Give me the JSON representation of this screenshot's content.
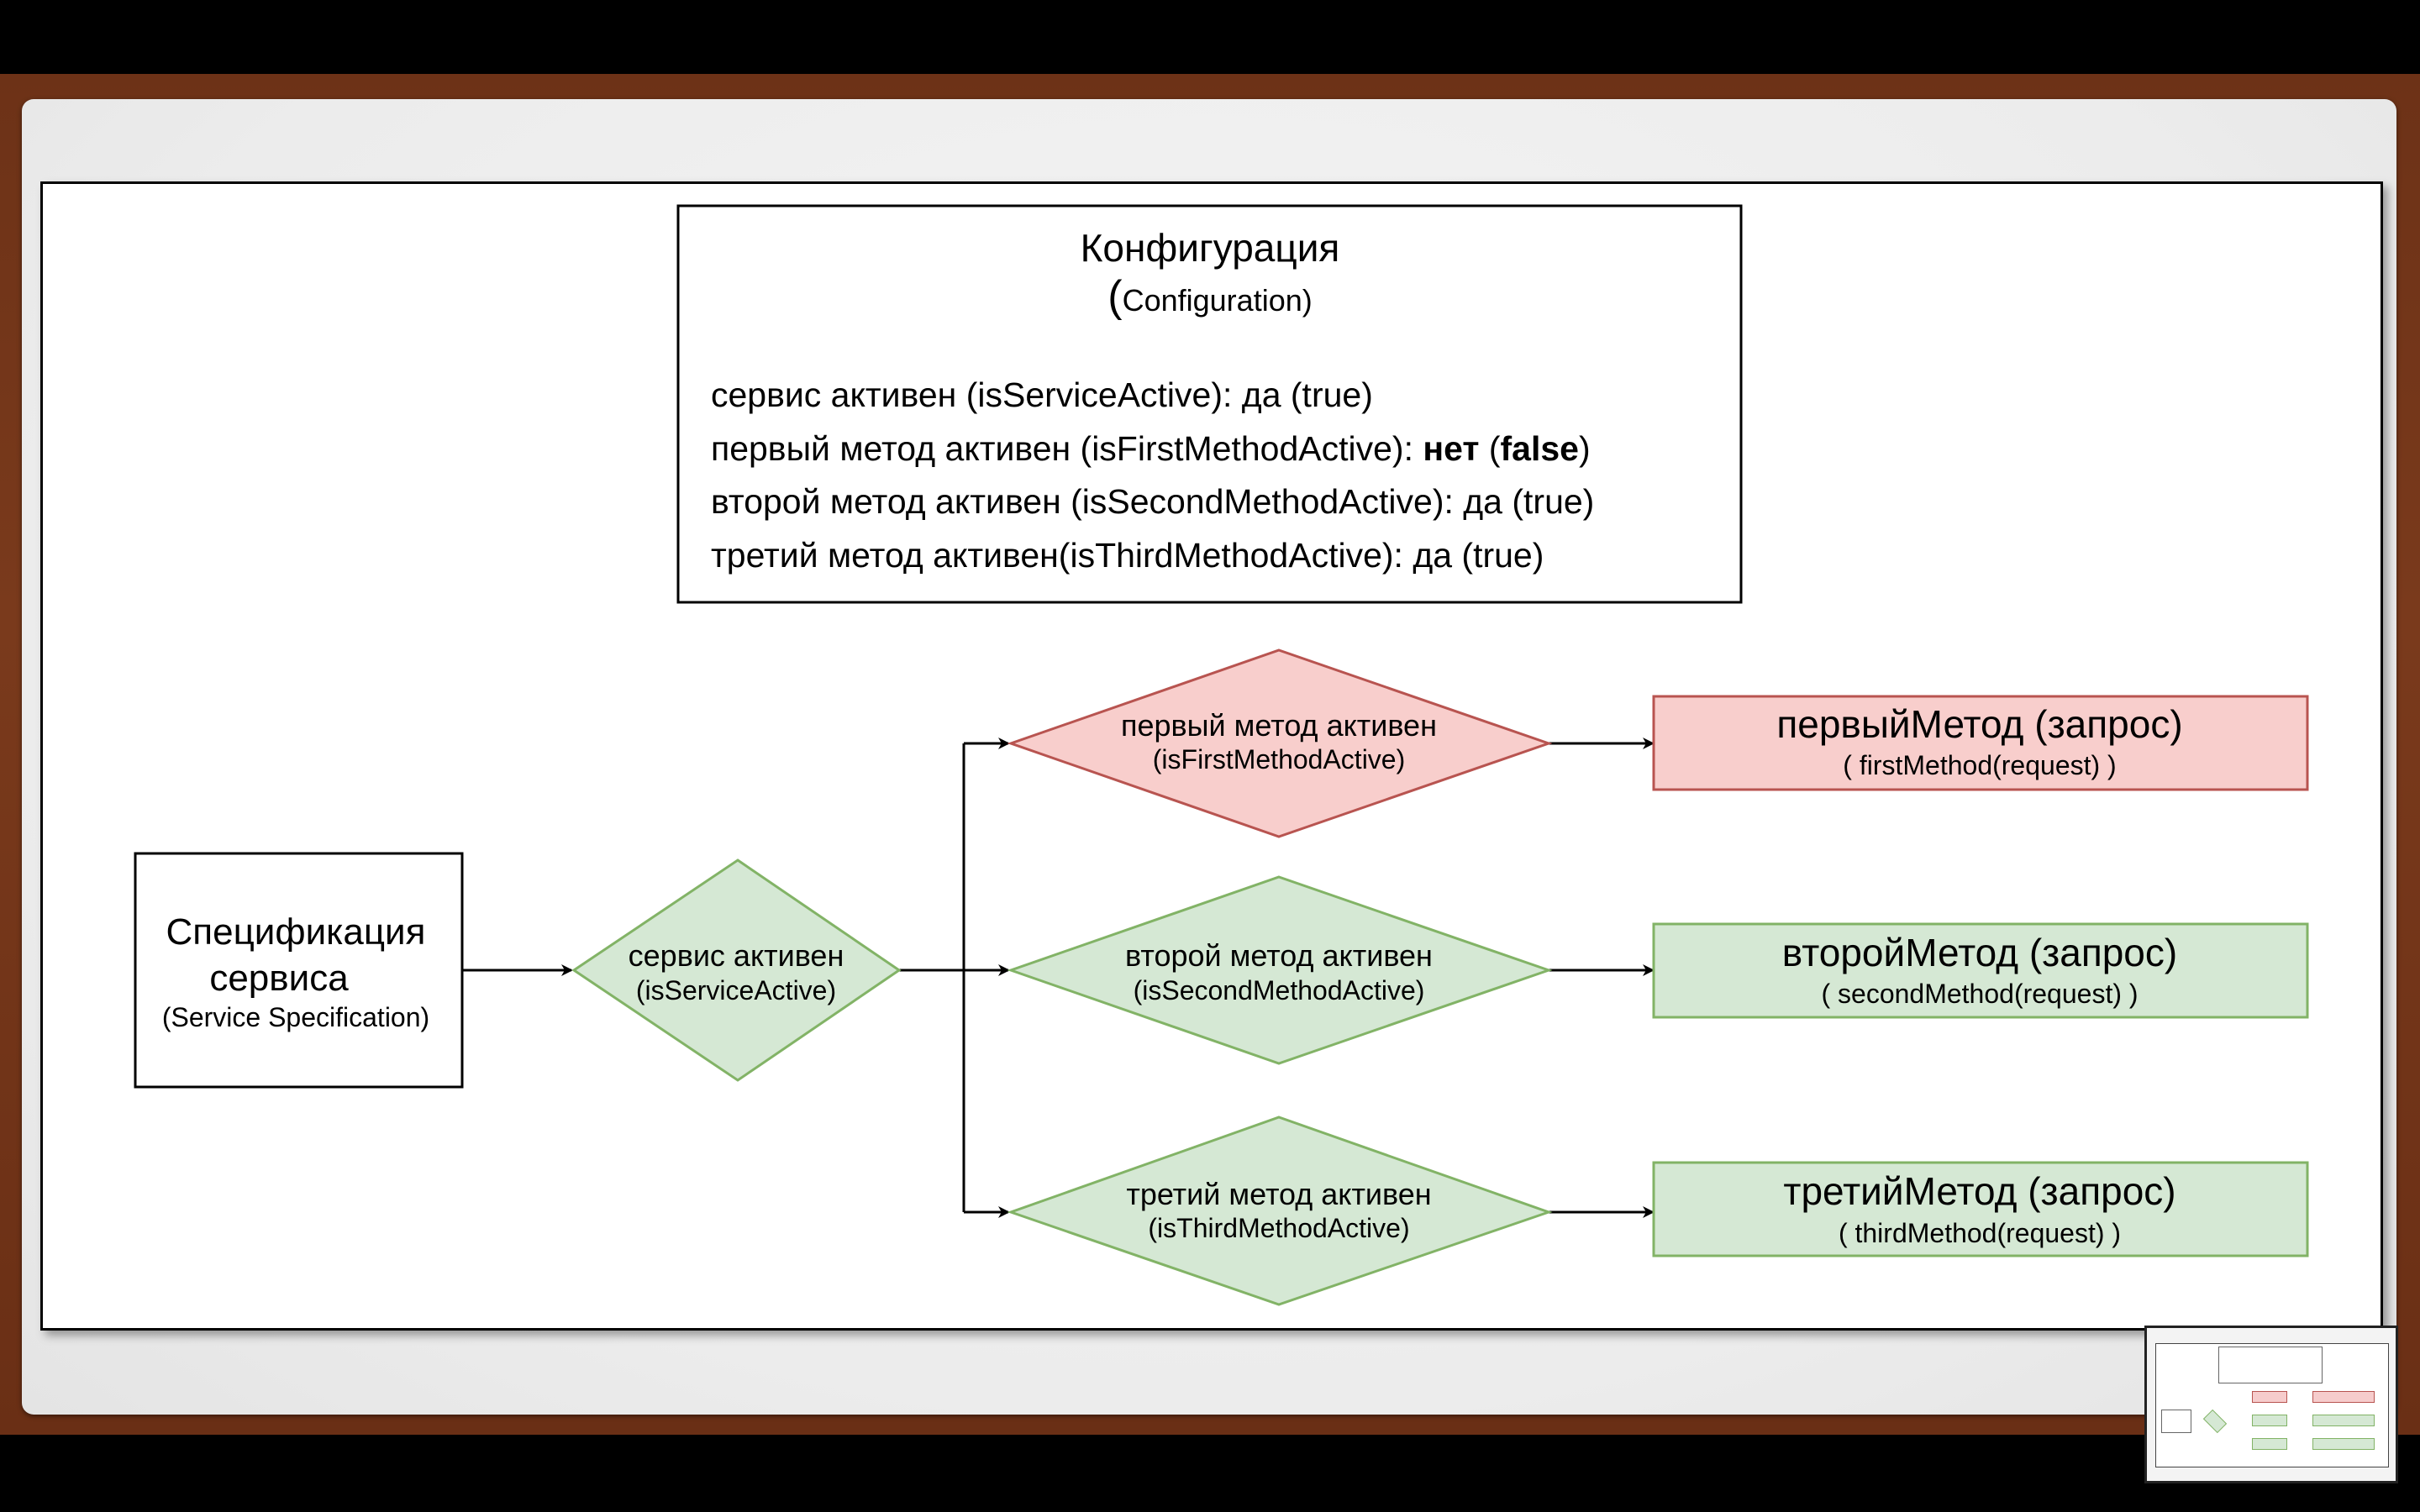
{
  "config": {
    "title": "Конфигурация",
    "subtitle_paren": "(",
    "subtitle": "Configuration)",
    "lines": [
      {
        "text": "сервис активен (isServiceActive): да (true)"
      },
      {
        "prefix": "первый метод активен (isFirstMethodActive): ",
        "bold1": "нет",
        "mid": " (",
        "bold2": "false",
        "suffix": ")"
      },
      {
        "text": "второй метод активен (isSecondMethodActive): да (true)"
      },
      {
        "text": "третий метод активен(isThirdMethodActive):  да (true)"
      }
    ]
  },
  "spec": {
    "line1": "Спецификация",
    "line2": "сервиса",
    "line3": "(Service Specification)"
  },
  "service_decision": {
    "line1": "сервис активен",
    "line2": "(isServiceActive)"
  },
  "decisions": [
    {
      "line1": "первый метод активен",
      "line2": "(isFirstMethodActive)",
      "status": "inactive"
    },
    {
      "line1": "второй метод активен",
      "line2": "(isSecondMethodActive)",
      "status": "active"
    },
    {
      "line1": "третий метод активен",
      "line2": "(isThirdMethodActive)",
      "status": "active"
    }
  ],
  "methods": [
    {
      "title": "первыйМетод (запрос)",
      "sub": "( firstMethod(request) )",
      "status": "inactive"
    },
    {
      "title": "второйМетод (запрос)",
      "sub": "( secondMethod(request) )",
      "status": "active"
    },
    {
      "title": "третийМетод (запрос)",
      "sub": "( thirdMethod(request) )",
      "status": "active"
    }
  ],
  "colors": {
    "inactive_fill": "#f8cecc",
    "inactive_stroke": "#b85450",
    "active_fill": "#d5e8d4",
    "active_stroke": "#82b366"
  }
}
